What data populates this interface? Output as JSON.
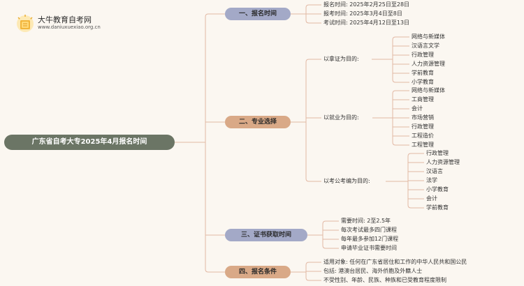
{
  "logo": {
    "title": "大牛教育自考网",
    "url": "www.daniuxuexiao.org.cn"
  },
  "root": "广东省自考大专2025年4月报名时间",
  "sections": [
    {
      "label": "一、报名时间",
      "items": [
        "报名时间: 2025年2月25日至28日",
        "报考时间: 2025年3月4日至8日",
        "考试时间: 2025年4月12日至13日"
      ]
    },
    {
      "label": "二、专业选择",
      "groups": [
        {
          "label": "以拿证为目的:",
          "items": [
            "网络与新媒体",
            "汉语言文学",
            "行政管理",
            "人力资源管理",
            "学前教育",
            "小学教育"
          ]
        },
        {
          "label": "以就业为目的:",
          "items": [
            "网络与新媒体",
            "工商管理",
            "会计",
            "市场营销",
            "行政管理",
            "工程造价",
            "工程管理"
          ]
        },
        {
          "label": "以考公考编为目的:",
          "items": [
            "行政管理",
            "人力资源管理",
            "汉语言",
            "法学",
            "小学教育",
            "会计",
            "学前教育"
          ]
        }
      ]
    },
    {
      "label": "三、证书获取时间",
      "items": [
        "需要时间: 2至2.5年",
        "每次考试最多四门课程",
        "每年最多参加12门课程",
        "申请毕业证书需要时间"
      ]
    },
    {
      "label": "四、报名条件",
      "items": [
        "适用对象: 任何在广东省居住和工作的中华人民共和国公民",
        "包括: 港澳台居民、海外侨胞及外籍人士",
        "不受性别、年龄、民族、种族和已受教育程度限制"
      ]
    }
  ]
}
